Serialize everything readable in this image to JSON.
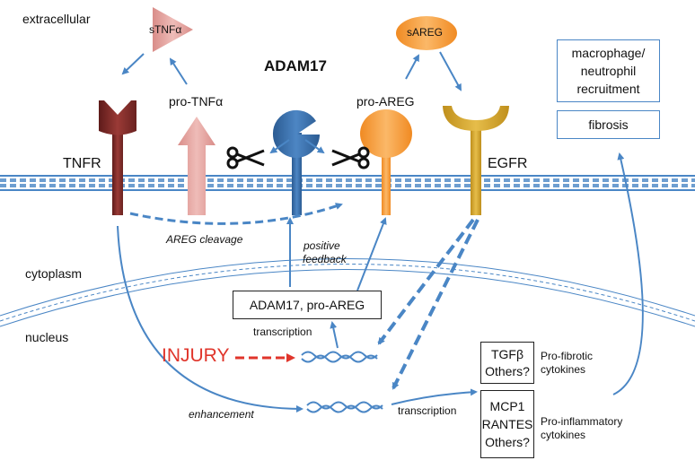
{
  "compartments": {
    "extracellular": "extracellular",
    "cytoplasm": "cytoplasm",
    "nucleus": "nucleus"
  },
  "ligands": {
    "stnfa": "sTNFα",
    "sareg": "sAREG"
  },
  "molecules": {
    "adam17": "ADAM17",
    "pro_tnfa": "pro-TNFα",
    "pro_areg": "pro-AREG",
    "tnfr": "TNFR",
    "egfr": "EGFR"
  },
  "annotations": {
    "areg_cleavage": "AREG cleavage",
    "positive_feedback_1": "positive",
    "positive_feedback_2": "feedback",
    "transcription_upper": "transcription",
    "transcription_lower": "transcription",
    "enhancement": "enhancement",
    "injury": "INJURY"
  },
  "boxes": {
    "adam17_proareg": "ADAM17, pro-AREG",
    "tgfb_lines": [
      "TGFβ",
      "Others?"
    ],
    "mcp1_lines": [
      "MCP1",
      "RANTES",
      "Others?"
    ],
    "outcome_1_lines": [
      "macrophage/",
      "neutrophil",
      "recruitment"
    ],
    "outcome_2": "fibrosis"
  },
  "cytokines": {
    "profibrotic_lines": [
      "Pro-fibrotic",
      "cytokines"
    ],
    "proinflammatory_lines": [
      "Pro-inflammatory",
      "cytokines"
    ]
  },
  "colors": {
    "membrane_blue": "#4a86c5",
    "tnfr": "#7e2a28",
    "tnfa": "#e3a09c",
    "adam17": "#3a6ea8",
    "areg": "#f59a36",
    "egfr": "#d4a32a",
    "injury": "#e0352b"
  }
}
